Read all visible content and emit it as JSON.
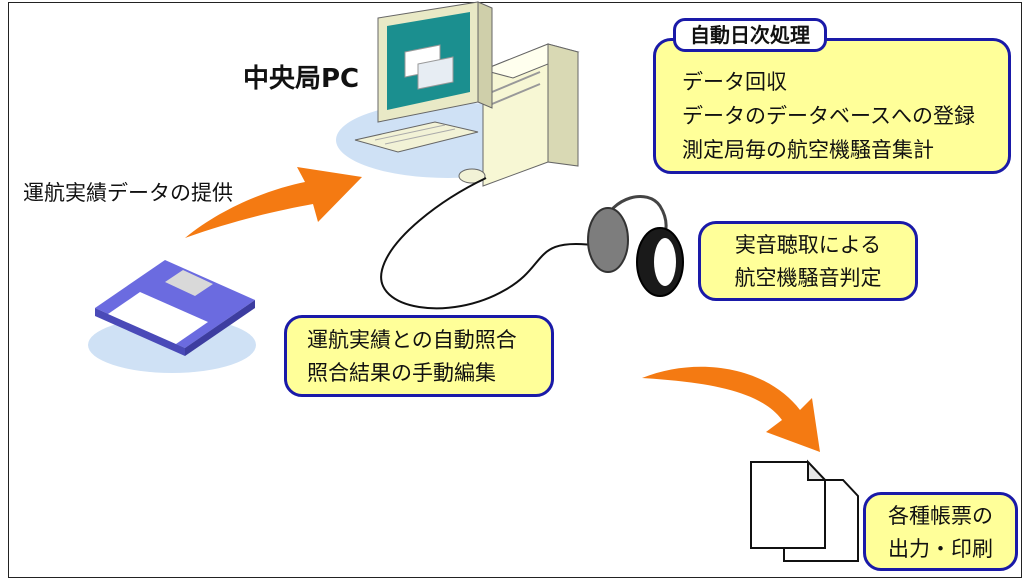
{
  "central_pc": {
    "title": "中央局PC"
  },
  "flight_data": {
    "label": "運航実績データの提供"
  },
  "auto_daily": {
    "tag": "自動日次処理",
    "items": [
      "データ回収",
      "データのデータベースへの登録",
      "測定局毎の航空機騒音集計"
    ]
  },
  "listening": {
    "lines": [
      "実音聴取による",
      "航空機騒音判定"
    ]
  },
  "matching": {
    "lines": [
      "運航実績との自動照合",
      "照合結果の手動編集"
    ]
  },
  "output": {
    "lines": [
      "各種帳票の",
      "出力・印刷"
    ]
  },
  "colors": {
    "box_fill": "#ffff99",
    "box_border": "#1a1aa8",
    "arrow": "#f47a12",
    "shadow": "#cfe1f5",
    "monitor_screen": "#1b8f8f",
    "floppy": "#6b6be0"
  }
}
